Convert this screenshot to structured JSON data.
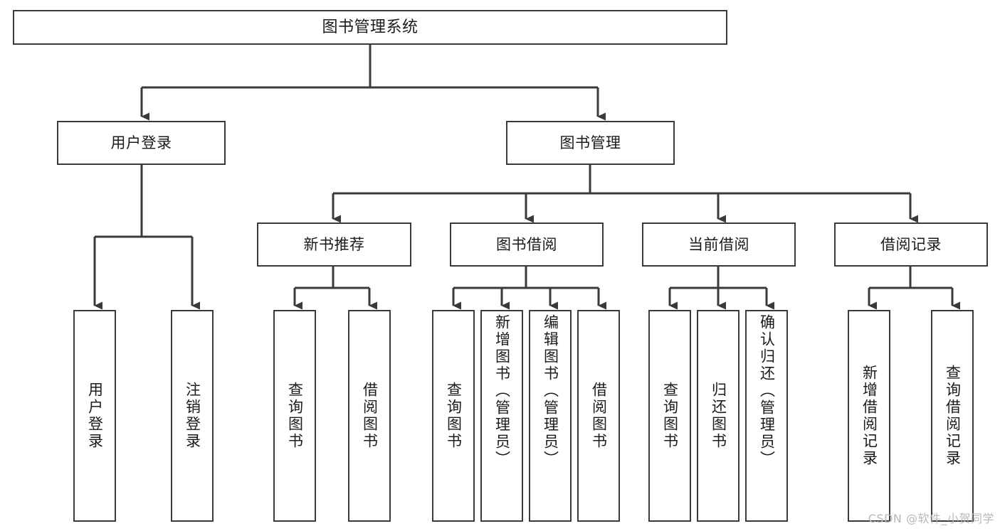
{
  "diagram": {
    "title": "图书管理系统",
    "type": "hierarchy-tree",
    "colors": {
      "box_border": "#3a3a3a",
      "box_fill": "#ffffff",
      "connector": "#3a3a3a",
      "text": "#1b1b1b",
      "watermark": "#b8b8b8",
      "background": "#ffffff"
    },
    "root": {
      "label": "图书管理系统"
    },
    "level2": [
      {
        "label": "用户登录"
      },
      {
        "label": "图书管理"
      }
    ],
    "level3": [
      {
        "label": "新书推荐"
      },
      {
        "label": "图书借阅"
      },
      {
        "label": "当前借阅"
      },
      {
        "label": "借阅记录"
      }
    ],
    "leaves": {
      "user_login": [
        {
          "label": "用户登录"
        },
        {
          "label": "注销登录"
        }
      ],
      "new_book_recommend": [
        {
          "label": "查询图书"
        },
        {
          "label": "借阅图书"
        }
      ],
      "book_borrow": [
        {
          "label": "查询图书"
        },
        {
          "label": "新增图书（管理员）"
        },
        {
          "label": "编辑图书（管理员）"
        },
        {
          "label": "借阅图书"
        }
      ],
      "current_borrow": [
        {
          "label": "查询图书"
        },
        {
          "label": "归还图书"
        },
        {
          "label": "确认归还（管理员）"
        }
      ],
      "borrow_record": [
        {
          "label": "新增借阅记录"
        },
        {
          "label": "查询借阅记录"
        }
      ]
    }
  },
  "watermark": {
    "text": "CSDN @软件_小贺同学"
  }
}
